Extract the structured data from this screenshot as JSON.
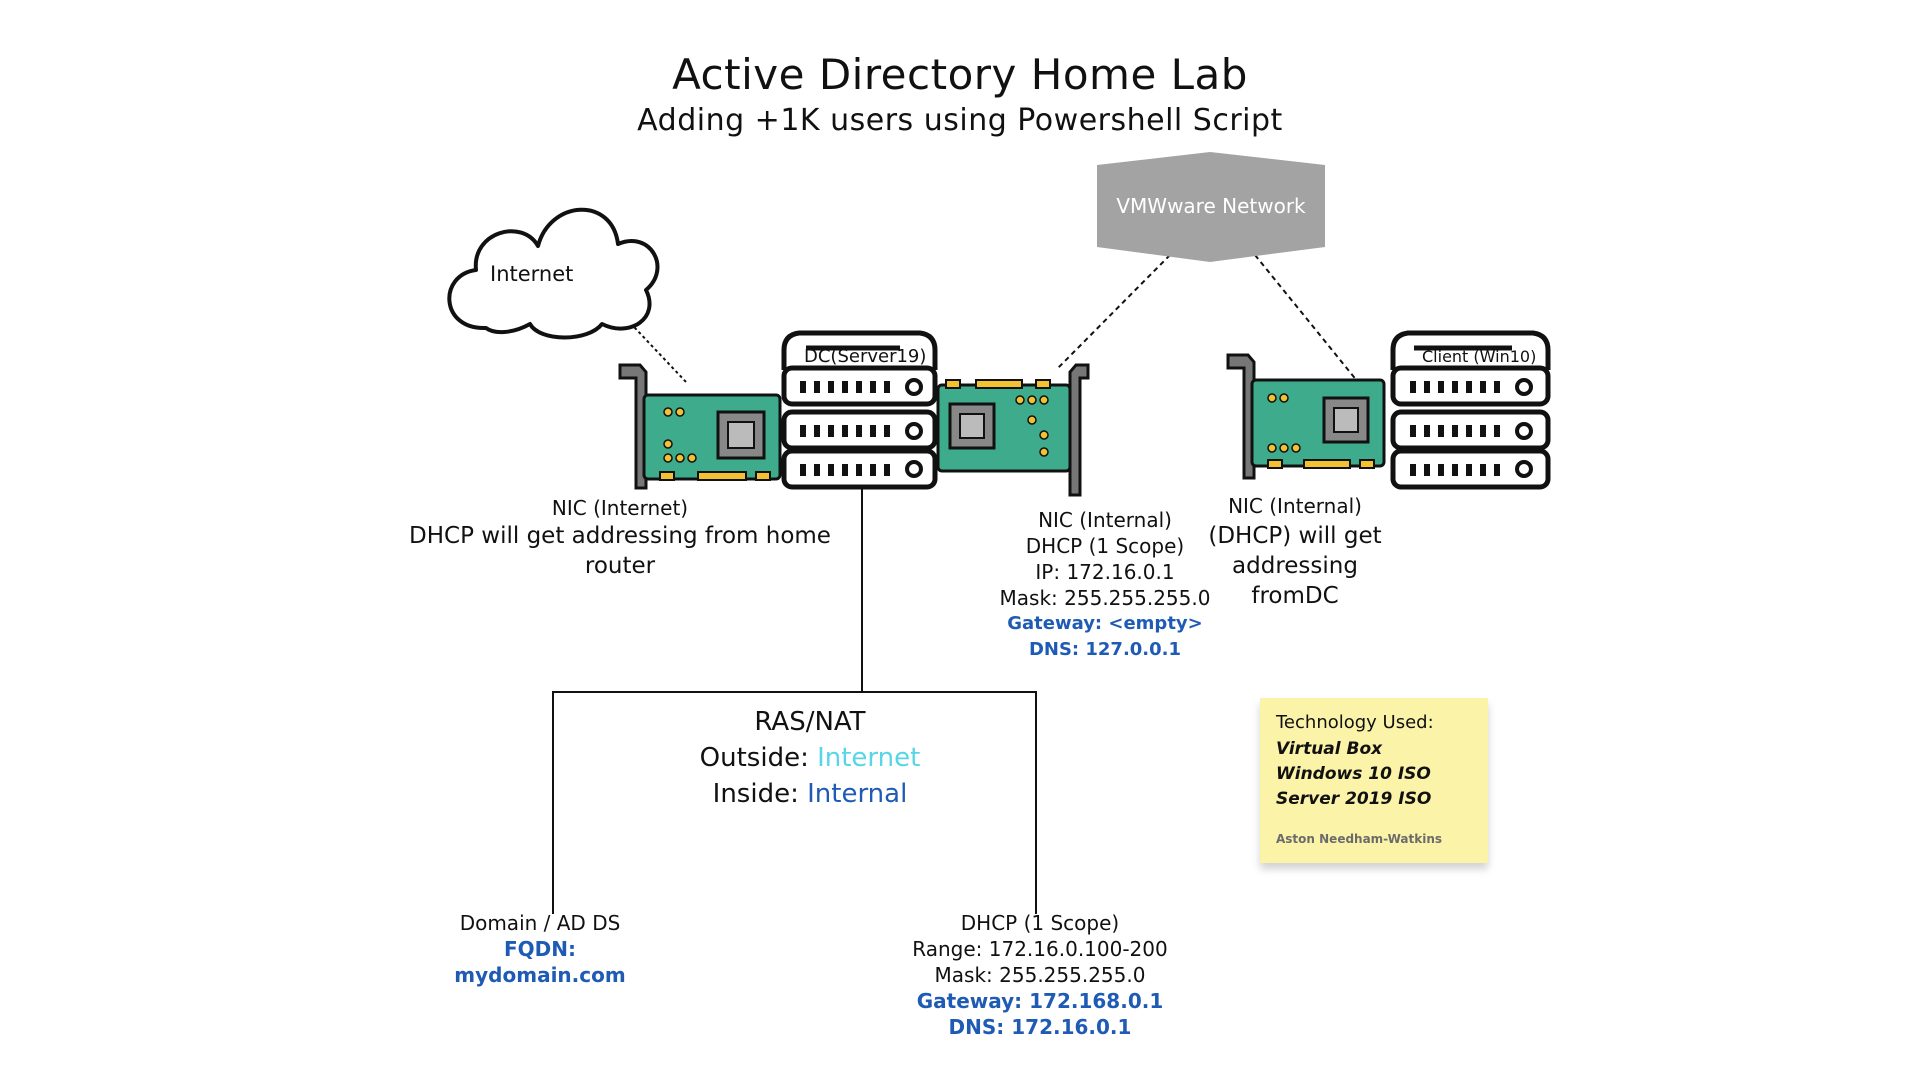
{
  "title": "Active Directory Home Lab",
  "subtitle": "Adding +1K users using Powershell Script",
  "nodes": {
    "internet": "Internet",
    "vmware": "VMWware Network",
    "dc": "DC(Server19)",
    "client": "Client (Win10)"
  },
  "nic_internet": {
    "line1": "NIC (Internet)",
    "line2": "DHCP will get addressing from home router"
  },
  "nic_internal": {
    "line1": "NIC (Internal)",
    "line2": "DHCP (1 Scope)",
    "line3": "IP: 172.16.0.1",
    "line4": "Mask: 255.255.255.0",
    "gateway": "Gateway: <empty>",
    "dns": "DNS: 127.0.0.1"
  },
  "client_nic": {
    "line1": "NIC (Internal)",
    "line2": "(DHCP) will get",
    "line3": "addressing",
    "line4": "fromDC"
  },
  "ras": {
    "title": "RAS/NAT",
    "outside_label": "Outside: ",
    "outside_value": "Internet",
    "inside_label": "Inside: ",
    "inside_value": "Internal"
  },
  "domain": {
    "line1": "Domain / AD DS",
    "fqdn": "FQDN: mydomain.com"
  },
  "dhcp_scope": {
    "line1": "DHCP (1 Scope)",
    "range": "Range: 172.16.0.100-200",
    "mask": "Mask: 255.255.255.0",
    "gateway": "Gateway: 172.168.0.1",
    "dns": "DNS: 172.16.0.1"
  },
  "note": {
    "heading": "Technology Used:",
    "items": [
      "Virtual Box",
      "Windows 10 ISO",
      "Server 2019 ISO"
    ],
    "author": "Aston Needham-Watkins"
  },
  "colors": {
    "blue_label": "#1f5bb5",
    "cyan_label": "#56d6e6",
    "nic_board": "#3dab8c",
    "note_bg": "#fbf3a8",
    "vmware_bg": "#a3a3a3"
  }
}
